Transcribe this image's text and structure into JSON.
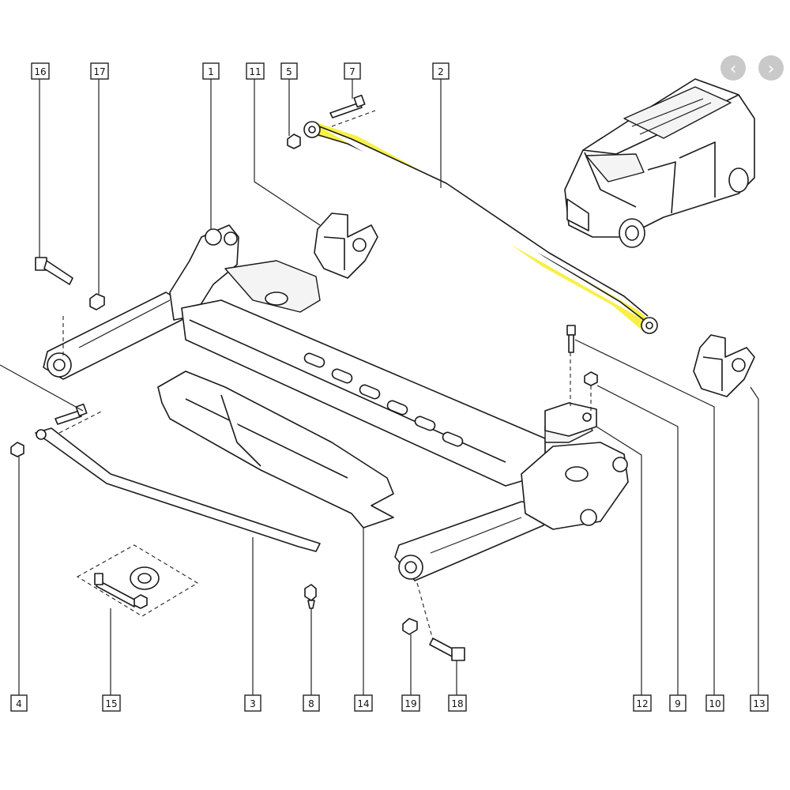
{
  "diagram": {
    "highlight_color": "#f6ee33",
    "callouts": [
      {
        "id": "c16",
        "label": "16"
      },
      {
        "id": "c17",
        "label": "17"
      },
      {
        "id": "c1",
        "label": "1"
      },
      {
        "id": "c11",
        "label": "11"
      },
      {
        "id": "c5",
        "label": "5"
      },
      {
        "id": "c7",
        "label": "7"
      },
      {
        "id": "c2",
        "label": "2"
      },
      {
        "id": "c4",
        "label": "4"
      },
      {
        "id": "c15",
        "label": "15"
      },
      {
        "id": "c3",
        "label": "3"
      },
      {
        "id": "c8",
        "label": "8"
      },
      {
        "id": "c14",
        "label": "14"
      },
      {
        "id": "c19",
        "label": "19"
      },
      {
        "id": "c18",
        "label": "18"
      },
      {
        "id": "c12",
        "label": "12"
      },
      {
        "id": "c9",
        "label": "9"
      },
      {
        "id": "c10",
        "label": "10"
      },
      {
        "id": "c13",
        "label": "13"
      }
    ],
    "highlighted_part": "2"
  },
  "nav": {
    "prev_icon": "chevron-left-icon",
    "next_icon": "chevron-right-icon",
    "prev_glyph": "‹",
    "next_glyph": "›",
    "button_color": "#c9c9c9"
  }
}
